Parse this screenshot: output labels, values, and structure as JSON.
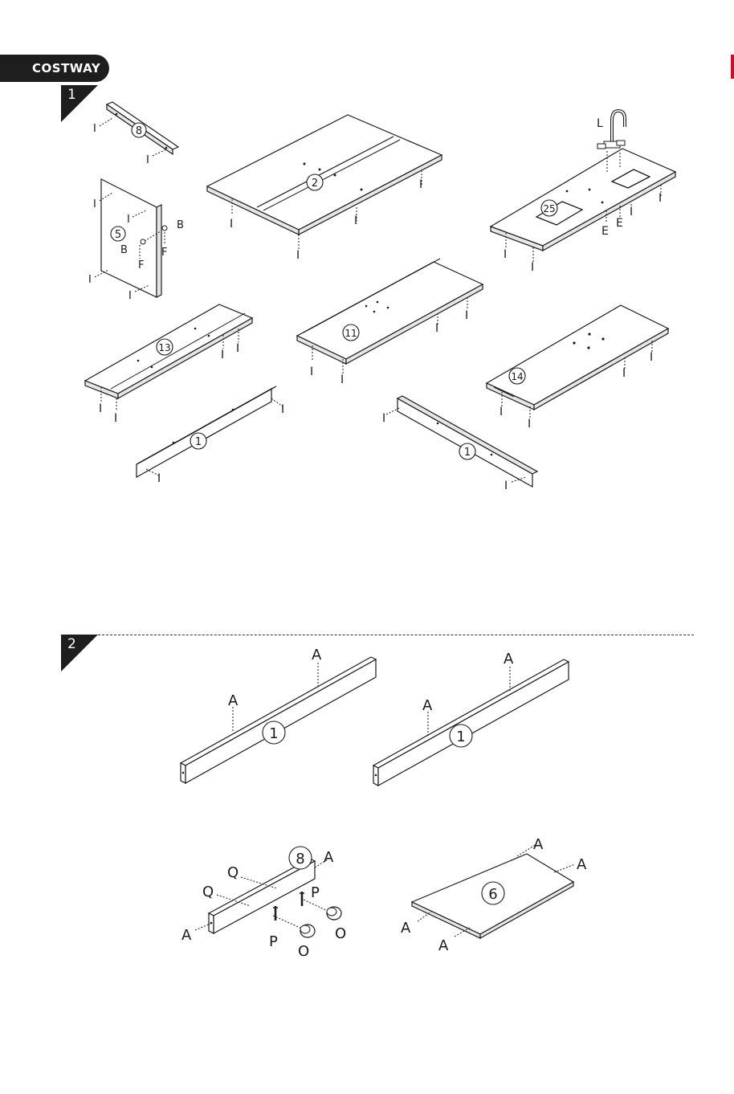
{
  "brand": {
    "name": "COSTWAY",
    "accent": "#c8102e"
  },
  "steps": [
    {
      "number": "1"
    },
    {
      "number": "2"
    }
  ],
  "step1": {
    "panel8": {
      "part": "8",
      "hw": "I"
    },
    "panel5": {
      "part": "5",
      "hw_i": "I",
      "hw_b": "B",
      "hw_f": "F"
    },
    "panel2": {
      "part": "2",
      "hw": "I"
    },
    "panel25": {
      "part": "25",
      "hw_l": "L",
      "hw_e": "E",
      "hw_i": "I"
    },
    "panel13": {
      "part": "13",
      "hw": "I"
    },
    "panel11": {
      "part": "11",
      "hw": "I"
    },
    "panel14": {
      "part": "14",
      "hw": "I"
    },
    "rail_left": {
      "part": "1",
      "hw": "I"
    },
    "rail_right": {
      "part": "1",
      "hw": "I"
    }
  },
  "step2": {
    "rail_left": {
      "part": "1",
      "hw": "A"
    },
    "rail_right": {
      "part": "1",
      "hw": "A"
    },
    "panel8": {
      "part": "8",
      "hw_a": "A",
      "hw_q": "Q",
      "hw_p": "P",
      "hw_o": "O"
    },
    "panel6": {
      "part": "6",
      "hw": "A"
    }
  }
}
